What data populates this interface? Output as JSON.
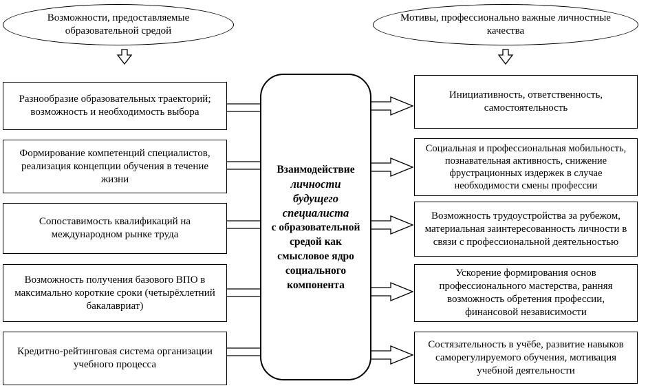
{
  "header_left": "Возможности, предоставляемые образовательной средой",
  "header_right": "Мотивы, профессионально важные личностные качества",
  "center": {
    "line1": "Взаимодействие",
    "italic1": "личности",
    "italic2": "будущего",
    "italic3": "специалиста",
    "rest": "с образовательной средой как смысловое ядро социального компонента"
  },
  "left_boxes": [
    "Разнообразие образовательных траекторий; возможность и необходимость выбора",
    "Формирование компетенций специалистов, реализация концепции обучения в течение жизни",
    "Сопоставимость квалификаций на международном рынке труда",
    "Возможность получения базового ВПО в максимально короткие сроки (четырёхлетний бакалавриат)",
    "Кредитно-рейтинговая система организации учебного процесса"
  ],
  "right_boxes": [
    "Инициативность, ответственность, самостоятельность",
    "Социальная и профессиональная мобильность, познавательная активность, снижение фрустрационных издержек в случае необходимости смены профессии",
    "Возможность трудоустройства за рубежом, материальная заинтересованность личности в связи с профессиональной деятельностью",
    "Ускорение формирования основ профессионального мастерства, ранняя возможность обретения профессии, финансовой независимости",
    "Состязательность в учёбе, развитие навыков саморегулируемого обучения, мотивация учебной деятельности"
  ]
}
